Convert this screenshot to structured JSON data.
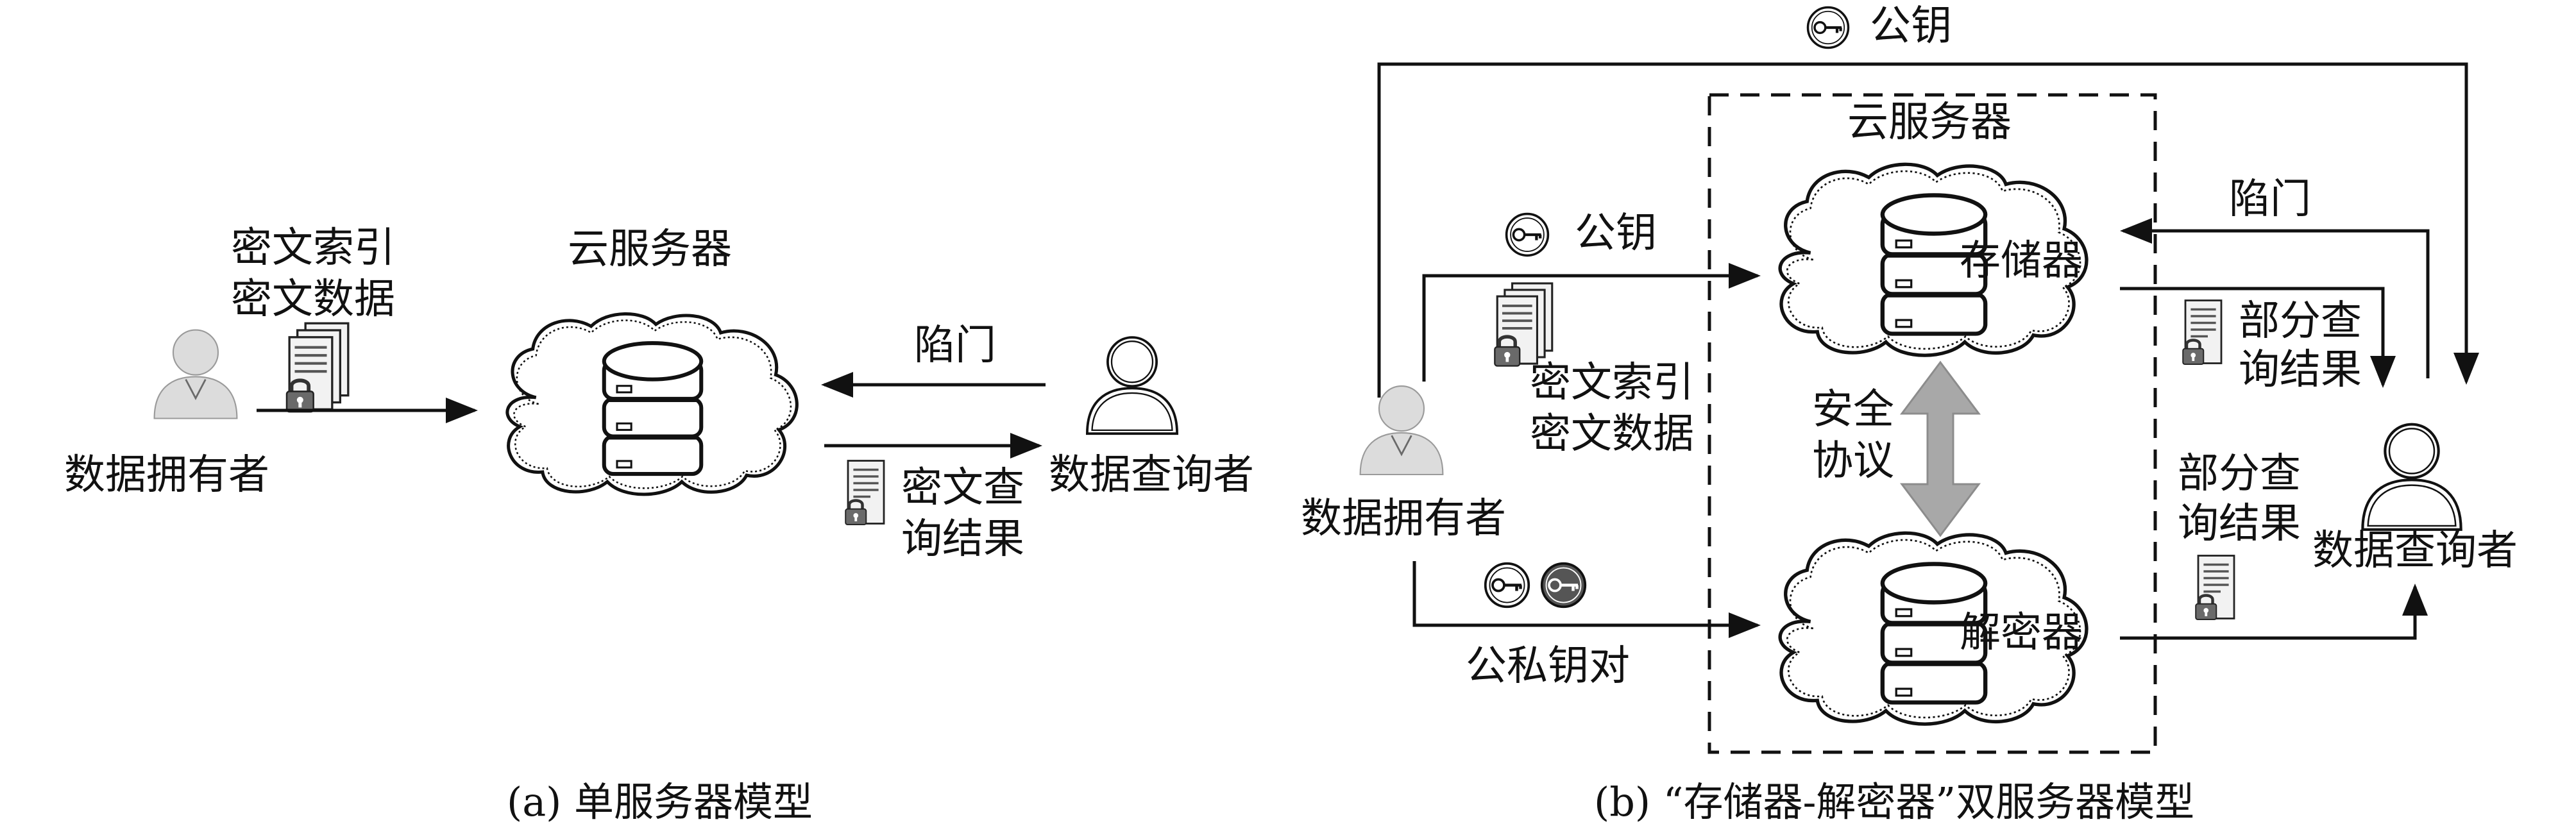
{
  "colors": {
    "line": "#111111",
    "person_fill": "#dcdcdc",
    "cloud_fill": "#ffffff",
    "protocol_arrow": "#a8a8a8",
    "doc_fill": "#f2f2f2",
    "lock": "#555555"
  },
  "icons": {
    "cloud": "cloud-icon",
    "server": "database-server-icon",
    "person": "user-icon",
    "document": "encrypted-document-icon",
    "key": "key-icon",
    "lock": "padlock-icon"
  },
  "panel_a": {
    "caption": "(a) 单服务器模型",
    "cloud_label": "云服务器",
    "owner_label": "数据拥有者",
    "querier_label": "数据查询者",
    "upload_line1": "密文索引",
    "upload_line2": "密文数据",
    "trapdoor": "陷门",
    "result_line1": "密文查",
    "result_line2": "询结果"
  },
  "panel_b": {
    "caption": "(b) “存储器-解密器”双服务器模型",
    "top_public_key": "公钥",
    "cloud_server_label": "云服务器",
    "storage_label": "存储器",
    "decryptor_label": "解密器",
    "owner_public_key": "公钥",
    "upload_line1": "密文索引",
    "upload_line2": "密文数据",
    "protocol_line1": "安全",
    "protocol_line2": "协议",
    "owner_label": "数据拥有者",
    "key_pair": "公私钥对",
    "trapdoor": "陷门",
    "partial1_line1": "部分查",
    "partial1_line2": "询结果",
    "partial2_line1": "部分查",
    "partial2_line2": "询结果",
    "querier_label": "数据查询者"
  }
}
